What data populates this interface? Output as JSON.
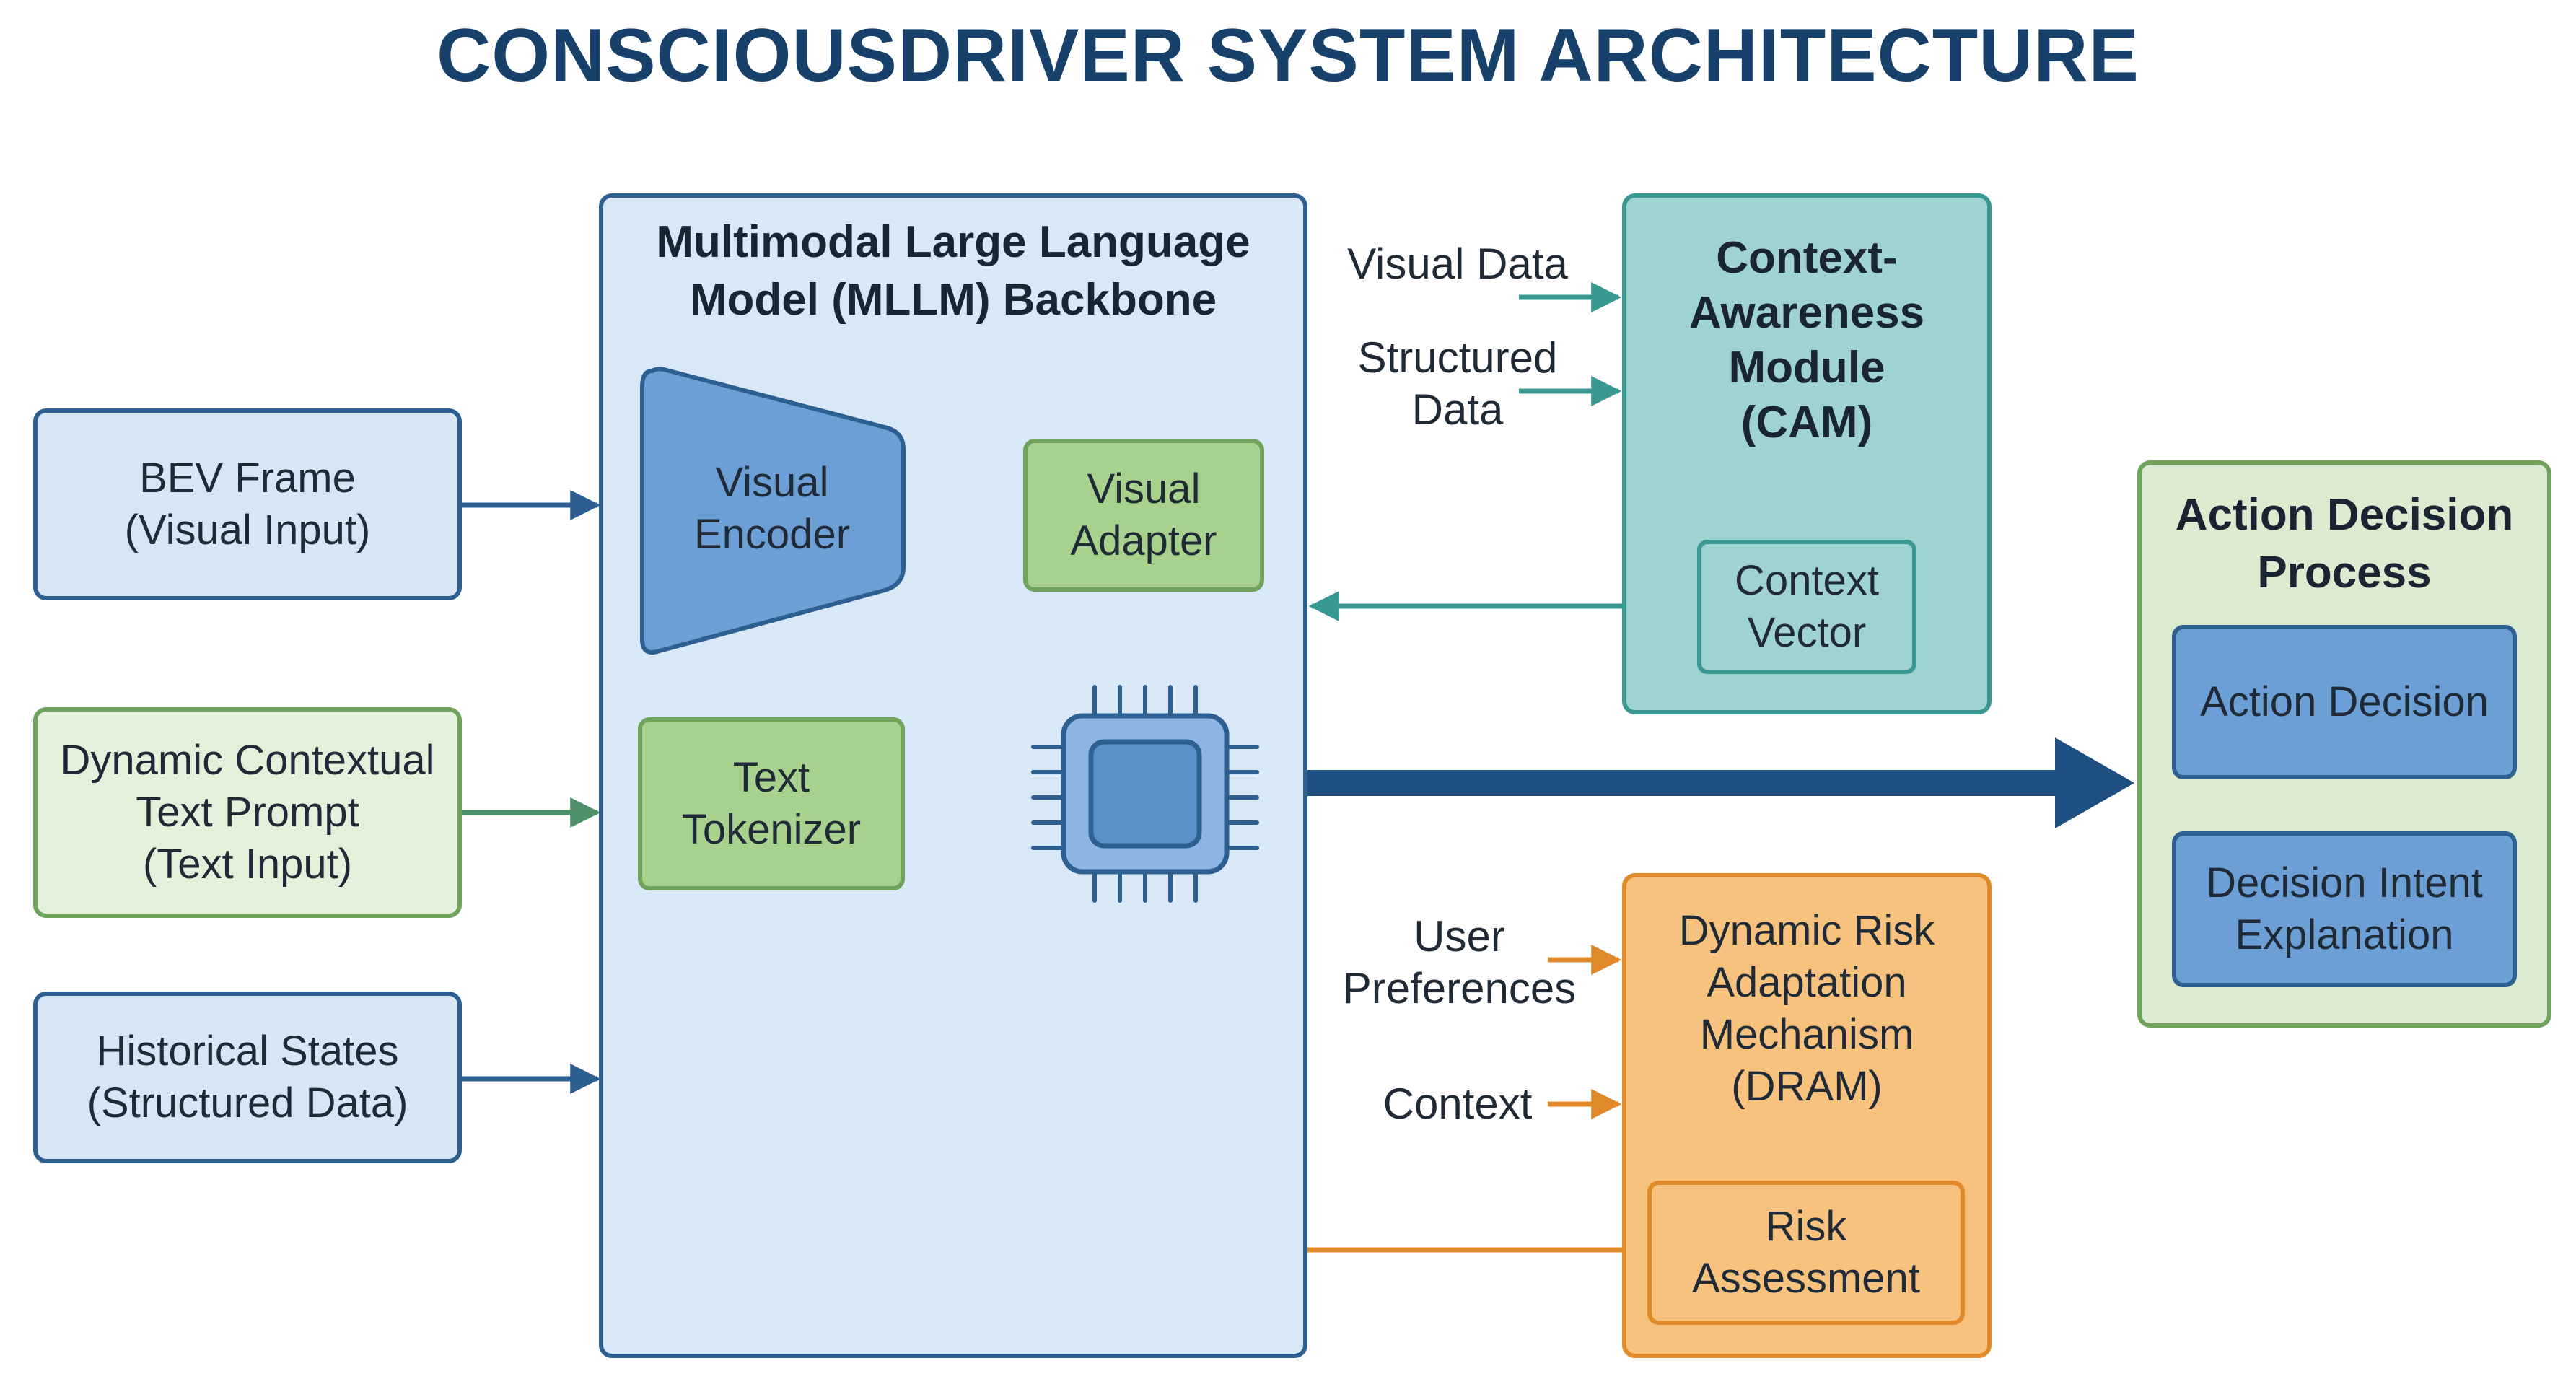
{
  "title": "CONSCIOUSDRIVER SYSTEM ARCHITECTURE",
  "inputs": {
    "bev": "BEV Frame\n(Visual Input)",
    "prompt": "Dynamic Contextual\nText Prompt\n(Text Input)",
    "history": "Historical States\n(Structured Data)"
  },
  "mllm": {
    "title": "Multimodal Large Language\nModel (MLLM) Backbone",
    "visual_encoder": "Visual\nEncoder",
    "visual_adapter": "Visual\nAdapter",
    "text_tokenizer": "Text\nTokenizer"
  },
  "cam": {
    "title": "Context-\nAwareness\nModule\n(CAM)",
    "context_vector": "Context\nVector",
    "in_visual": "Visual Data",
    "in_structured": "Structured\nData"
  },
  "dram": {
    "title": "Dynamic Risk\nAdaptation\nMechanism\n(DRAM)",
    "risk_assessment": "Risk\nAssessment",
    "in_user": "User\nPreferences",
    "in_context": "Context"
  },
  "action": {
    "title": "Action Decision\nProcess",
    "decision": "Action Decision",
    "explanation": "Decision Intent\nExplanation"
  },
  "colors": {
    "blue_line": "#2e5f91",
    "green_line": "#4f8f6a",
    "teal_line": "#3a9893",
    "orange_line": "#e08a2a",
    "title_color": "#17406b"
  },
  "icons": {
    "processor": "cpu-chip-icon"
  }
}
